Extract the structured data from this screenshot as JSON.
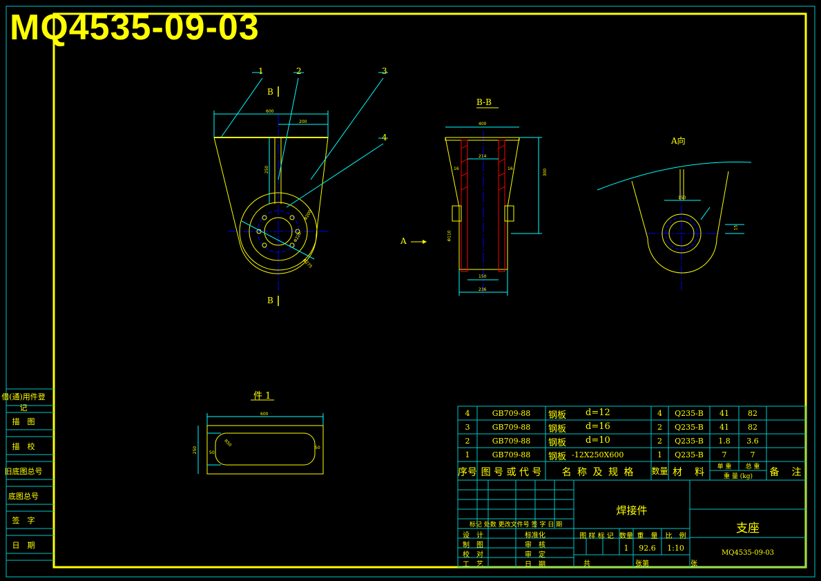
{
  "drawing_number": "MQ4535-09-03",
  "side_labels": [
    "借(通)用件登记",
    "描　图",
    "描　校",
    "旧底图总号",
    "底图总号",
    "签　字",
    "日　期"
  ],
  "view_labels": {
    "section_b_top": "B",
    "section_b_bottom": "B",
    "section_bb": "B-B",
    "view_a": "A向",
    "arrow_a": "A",
    "part_1": "件 1"
  },
  "balloons": [
    "1",
    "2",
    "3",
    "4"
  ],
  "dimensions": {
    "main_width": "600",
    "main_right": "200",
    "main_height": "250",
    "main_d1": "Φ200",
    "main_d2": "Φ220",
    "main_d3": "Φ275",
    "bb_width": "400",
    "bb_inner": "214",
    "bb_height": "300",
    "bb_left": "16",
    "bb_right": "16",
    "bb_bottom1": "150",
    "bb_bottom2": "236",
    "bb_d1": "Φ110",
    "av_width": "150",
    "av_side": "15",
    "p1_width": "600",
    "p1_height": "250",
    "p1_small": "50",
    "p1_r": "50",
    "p1_corner": "R50"
  },
  "bom": {
    "rows": [
      {
        "seq": "4",
        "code": "GB709-88",
        "name": "钢板",
        "spec": "d=12",
        "qty": "4",
        "material": "Q235-B",
        "unit_w": "41",
        "total_w": "82"
      },
      {
        "seq": "3",
        "code": "GB709-88",
        "name": "钢板",
        "spec": "d=16",
        "qty": "2",
        "material": "Q235-B",
        "unit_w": "41",
        "total_w": "82"
      },
      {
        "seq": "2",
        "code": "GB709-88",
        "name": "钢板",
        "spec": "d=10",
        "qty": "2",
        "material": "Q235-B",
        "unit_w": "1.8",
        "total_w": "3.6"
      },
      {
        "seq": "1",
        "code": "GB709-88",
        "name": "钢板",
        "spec": "-12X250X600",
        "qty": "1",
        "material": "Q235-B",
        "unit_w": "7",
        "total_w": "7"
      }
    ],
    "header": {
      "seq": "序号",
      "code": "图 号 或 代 号",
      "name": "名 称 及 规 格",
      "qty": "数量",
      "material": "材　料",
      "unit_w": "单 重",
      "total_w": "总 重",
      "weight": "重 量 (kg)",
      "remark": "备　注"
    }
  },
  "title_block": {
    "weld_part": "焊接件",
    "part_name": "支座",
    "number": "MQ4535-09-03",
    "rev_row": "标记 处数  更改文件号  签 字  日 期",
    "design": "设　计",
    "draw": "制　图",
    "check": "校　对",
    "process": "工　艺",
    "standard": "标准化",
    "review": "审　核",
    "approve": "审　定",
    "date": "日　期",
    "stage_hdr": "图 样 标 记",
    "qty_hdr": "数量",
    "weight_hdr": "重　量",
    "scale_hdr": "比　例",
    "qty": "1",
    "weight": "92.6",
    "scale": "1:10",
    "total": "共",
    "sheets": "张第",
    "sheet": "张"
  },
  "colors": {
    "border": "#ffff00",
    "frame": "#00c8c8",
    "centerline": "#0000ff",
    "leader": "#00ffff",
    "text": "#ffff00",
    "hatch": "#ff0000"
  }
}
